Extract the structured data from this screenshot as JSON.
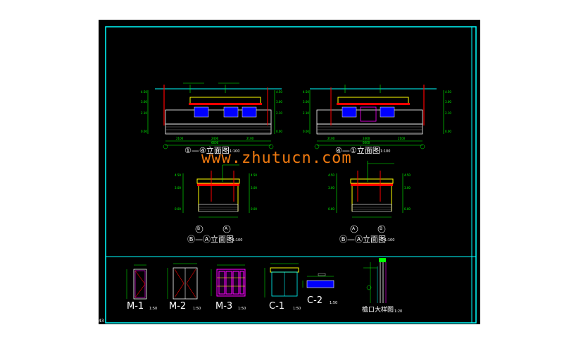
{
  "drawing": {
    "elevations": {
      "front_left": {
        "title": "①—④立面图",
        "scale": "1:100"
      },
      "front_right": {
        "title": "④—①立面图",
        "scale": "1:100"
      },
      "side_left": {
        "title": "Ⓑ—Ⓐ立面图",
        "scale": "1:100"
      },
      "side_right": {
        "title": "Ⓑ—Ⓐ立面图",
        "scale": "1:100"
      }
    },
    "details": {
      "m1": {
        "title": "M-1",
        "scale": "1:50"
      },
      "m2": {
        "title": "M-2",
        "scale": "1:50"
      },
      "m3": {
        "title": "M-3",
        "scale": "1:50"
      },
      "c1": {
        "title": "C-1",
        "scale": "1:50"
      },
      "c2": {
        "title": "C-2",
        "scale": "1:50"
      },
      "eave": {
        "title": "檐口大样图",
        "scale": "1:20"
      }
    },
    "axis_labels": {
      "a": "A",
      "b": "B"
    },
    "corner_text": "43"
  },
  "watermark": "www.zhutucn.com",
  "colors": {
    "background": "#000000",
    "frame": "#00ffff",
    "dimension": "#00ff00",
    "accent": "#ff0000",
    "fascia": "#ffff00",
    "glass": "#0000ff",
    "door": "#ff00ff"
  }
}
